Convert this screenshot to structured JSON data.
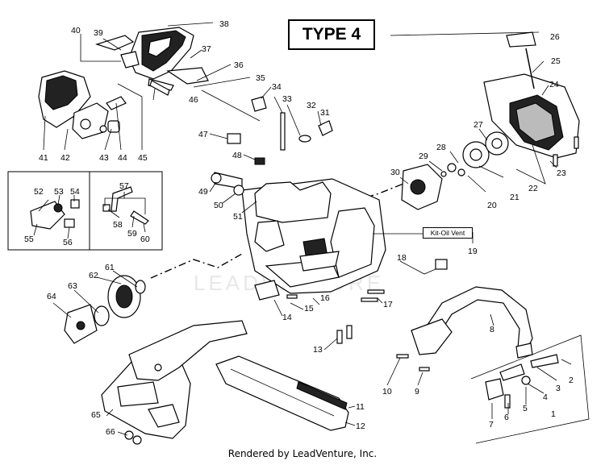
{
  "title": "TYPE 4",
  "kit_label": "Kit-Oil Vent",
  "footer": "Rendered by LeadVenture, Inc.",
  "watermark": "LEADVENTURE",
  "callouts": [
    "1",
    "2",
    "3",
    "4",
    "5",
    "6",
    "7",
    "8",
    "9",
    "10",
    "11",
    "12",
    "13",
    "14",
    "15",
    "16",
    "17",
    "18",
    "19",
    "20",
    "21",
    "22",
    "23",
    "24",
    "25",
    "26",
    "27",
    "28",
    "29",
    "30",
    "31",
    "32",
    "33",
    "34",
    "35",
    "36",
    "37",
    "38",
    "39",
    "40",
    "41",
    "42",
    "43",
    "44",
    "45",
    "46",
    "47",
    "48",
    "49",
    "50",
    "51",
    "52",
    "53",
    "54",
    "55",
    "56",
    "57",
    "58",
    "59",
    "60",
    "61",
    "62",
    "63",
    "64",
    "65",
    "66"
  ]
}
